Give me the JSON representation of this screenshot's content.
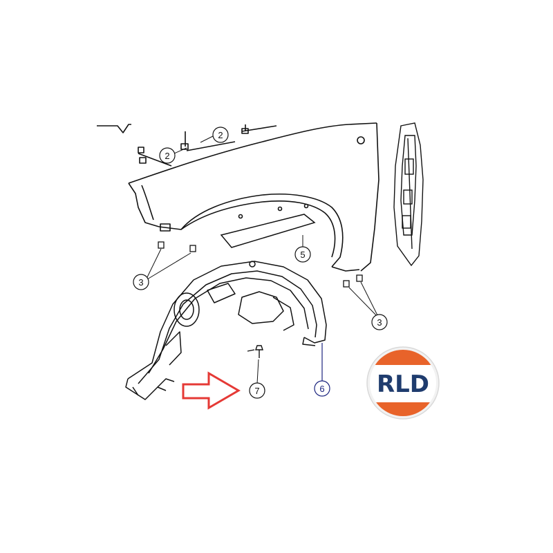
{
  "callouts": [
    {
      "id": "c2a",
      "label": "2"
    },
    {
      "id": "c2b",
      "label": "2"
    },
    {
      "id": "c3a",
      "label": "3"
    },
    {
      "id": "c3b",
      "label": "3"
    },
    {
      "id": "c5",
      "label": "5"
    },
    {
      "id": "c6",
      "label": "6"
    },
    {
      "id": "c7",
      "label": "7"
    }
  ],
  "logo": {
    "text": "RLD",
    "colors": {
      "top": "#e8632a",
      "text": "#1f3c6e",
      "ring": "#d9d9d9"
    }
  },
  "colors": {
    "line": "#111111",
    "highlight": "#1a237e",
    "arrow": "#e53935"
  }
}
